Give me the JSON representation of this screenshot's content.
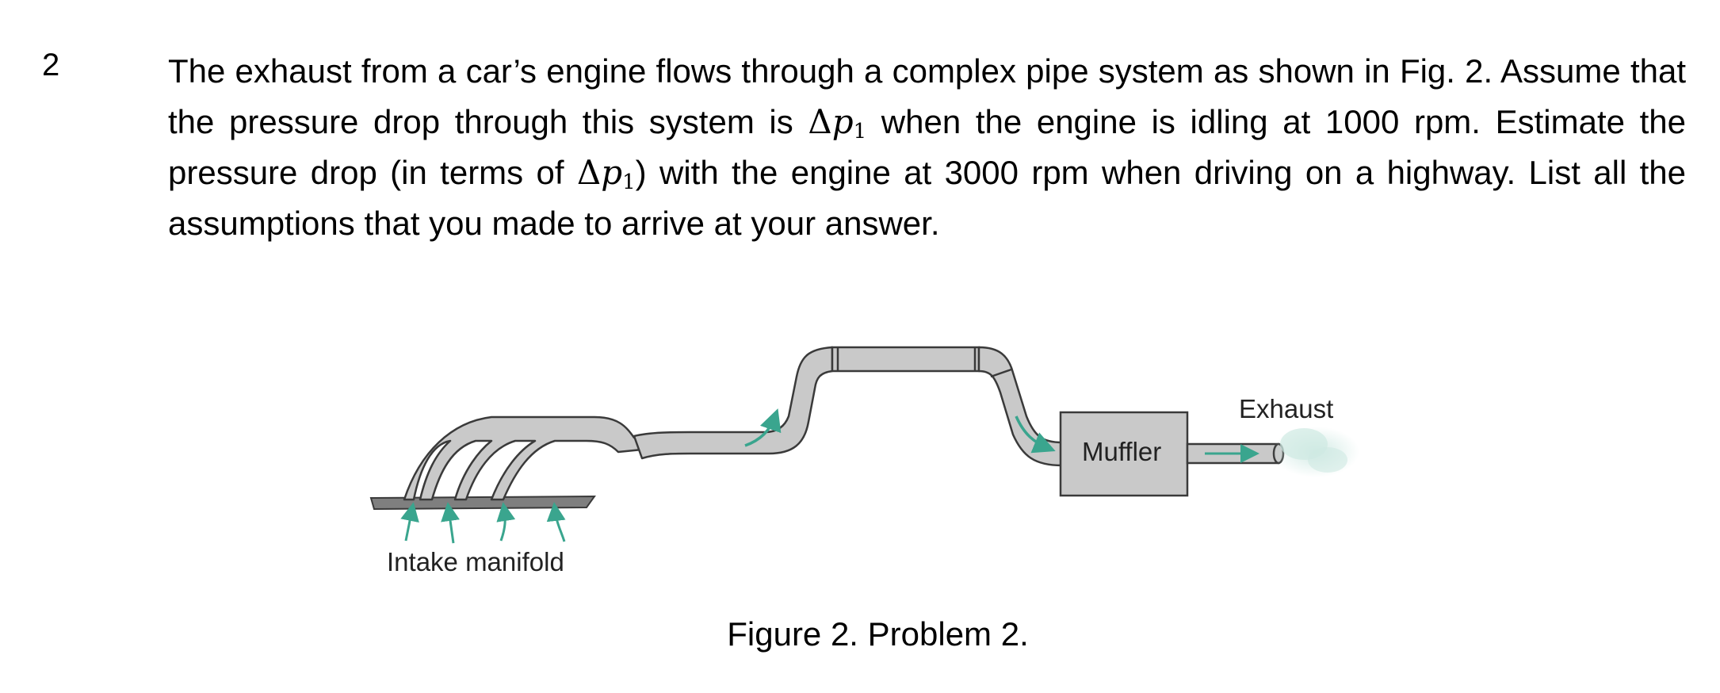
{
  "problem": {
    "number": "2",
    "text_part1": "The exhaust from a car’s engine flows through a complex pipe system as shown in Fig. 2. Assume that the pressure drop through this system is ",
    "delta_symbol": "Δ",
    "p_symbol": "p",
    "subscript": "1",
    "text_part2": " when the engine is idling at 1000 rpm. Estimate the pressure drop (in terms of ",
    "text_part3": ") with the engine at 3000 rpm when driving on a highway. List all the assumptions that you made to arrive at your answer."
  },
  "figure": {
    "labels": {
      "intake": "Intake manifold",
      "muffler": "Muffler",
      "exhaust": "Exhaust"
    },
    "colors": {
      "pipe_fill": "#c9c9c9",
      "pipe_stroke": "#3a3a3a",
      "arrow": "#3aa58e",
      "exhaust_puff": "#cfe9e3"
    },
    "caption": "Figure 2. Problem 2."
  }
}
